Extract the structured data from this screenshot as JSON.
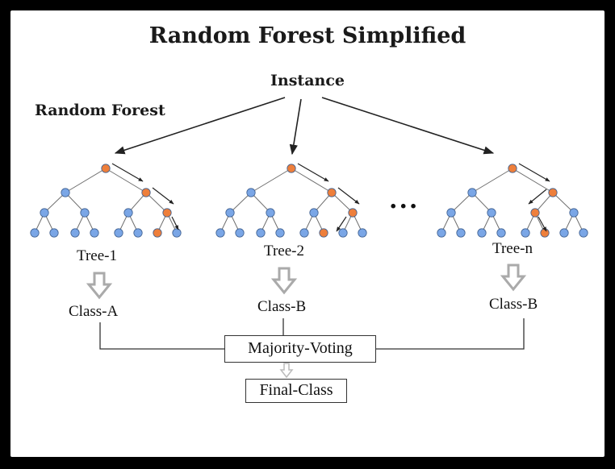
{
  "title": "Random Forest Simplified",
  "instance_label": "Instance",
  "forest_label": "Random Forest",
  "ellipsis": "...",
  "trees": [
    {
      "label": "Tree-1",
      "class": "Class-A"
    },
    {
      "label": "Tree-2",
      "class": "Class-B"
    },
    {
      "label": "Tree-n",
      "class": "Class-B"
    }
  ],
  "voting_label": "Majority-Voting",
  "final_label": "Final-Class",
  "colors": {
    "node_default": "#7aa6e6",
    "node_path": "#ee7f3b",
    "node_stroke": "#3e5f8f",
    "arrow": "#222222",
    "hollow_arrow": "#aaaaaa"
  }
}
